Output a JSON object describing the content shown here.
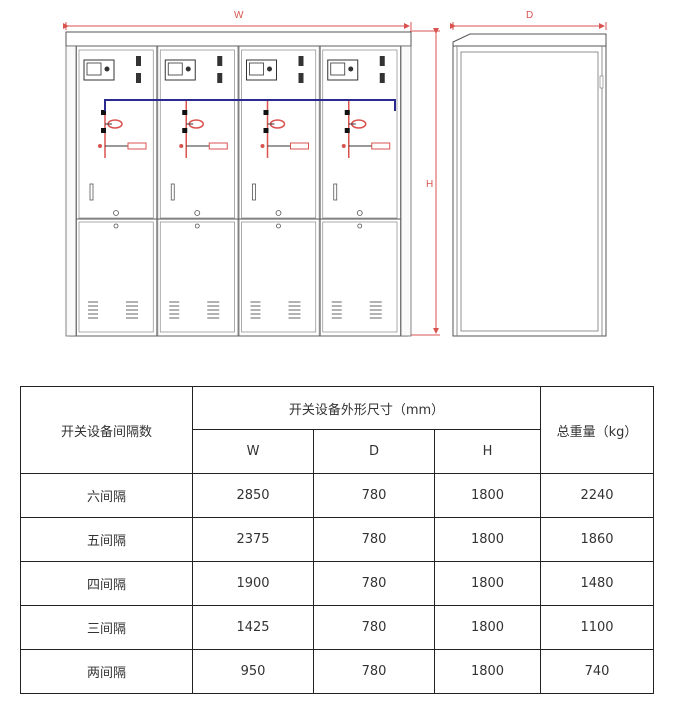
{
  "drawing": {
    "width_label": "W",
    "depth_label": "D",
    "height_label": "H",
    "panel_count": 4,
    "accent_color": "#d9534f",
    "busbar_color": "#2b2b8f"
  },
  "table": {
    "header_count": "开关设备间隔数",
    "header_dims": "开关设备外形尺寸（mm）",
    "header_weight": "总重量（kg）",
    "col_w": "W",
    "col_d": "D",
    "col_h": "H",
    "rows": [
      {
        "bays": "六间隔",
        "w": "2850",
        "d": "780",
        "h": "1800",
        "weight": "2240"
      },
      {
        "bays": "五间隔",
        "w": "2375",
        "d": "780",
        "h": "1800",
        "weight": "1860"
      },
      {
        "bays": "四间隔",
        "w": "1900",
        "d": "780",
        "h": "1800",
        "weight": "1480"
      },
      {
        "bays": "三间隔",
        "w": "1425",
        "d": "780",
        "h": "1800",
        "weight": "1100"
      },
      {
        "bays": "两间隔",
        "w": "950",
        "d": "780",
        "h": "1800",
        "weight": "740"
      }
    ]
  }
}
